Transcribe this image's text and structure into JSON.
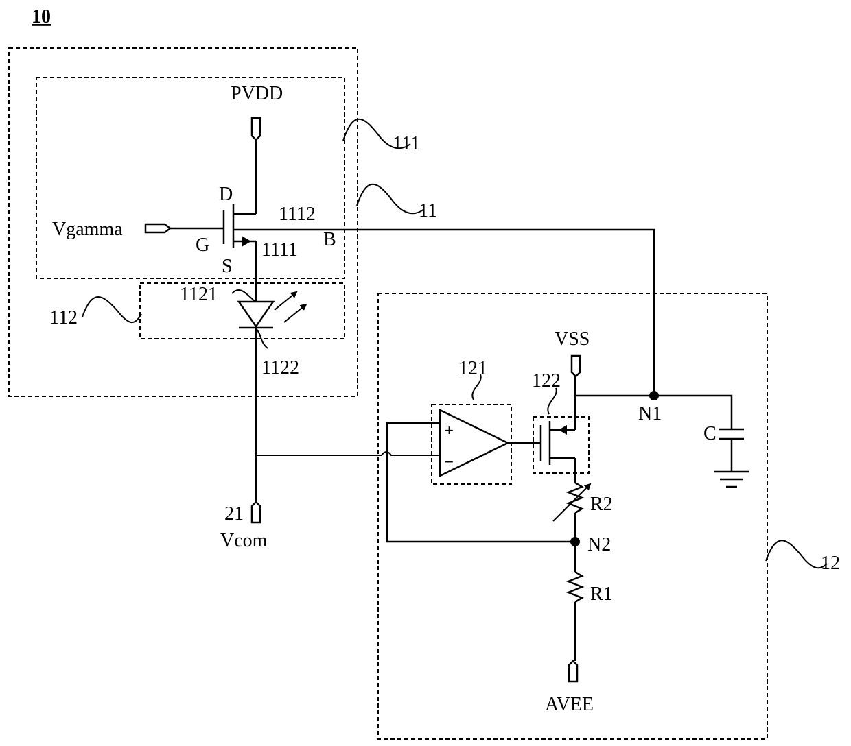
{
  "figure_number": "10",
  "labels": {
    "ref_111": "111",
    "ref_11": "11",
    "ref_112": "112",
    "ref_12": "12",
    "ref_121": "121",
    "ref_122": "122",
    "ref_1112": "1112",
    "ref_1111": "1111",
    "ref_1121": "1121",
    "ref_1122": "1122",
    "ref_21": "21",
    "pvdd": "PVDD",
    "vgamma": "Vgamma",
    "vss": "VSS",
    "vcom": "Vcom",
    "avee": "AVEE",
    "drain": "D",
    "gate": "G",
    "source": "S",
    "bulk": "B",
    "node_n1": "N1",
    "node_n2": "N2",
    "capacitor": "C",
    "resistor_r1": "R1",
    "resistor_r2": "R2",
    "op_plus": "+",
    "op_minus": "−"
  }
}
